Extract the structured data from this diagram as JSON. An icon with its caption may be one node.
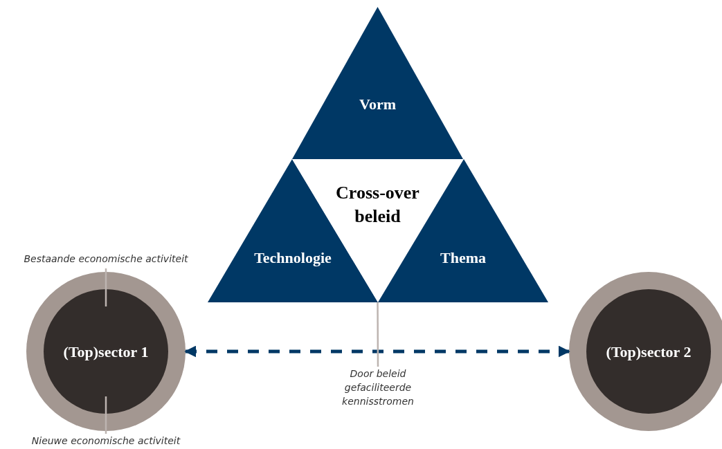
{
  "diagram": {
    "nodes": [
      {
        "text": [
          "Vorm"
        ]
      },
      {
        "text": [
          "Technologie"
        ]
      },
      {
        "text": [
          "Cross-over beleid"
        ]
      },
      {
        "text": [
          "Thema"
        ]
      },
      {
        "text": [
          "(Top)sector 1"
        ]
      },
      {
        "text": [
          "Bestaande economische activiteit"
        ]
      },
      {
        "text": [
          "Nieuwe economische activiteit"
        ]
      },
      {
        "text": [
          "(Top)sector 2"
        ]
      },
      {
        "text": [
          "Door beleid gefaciliteerde kennisstromen"
        ]
      }
    ],
    "edges": [
      {
        "from": 5,
        "to": 4,
        "arrow": "none"
      },
      {
        "from": 6,
        "to": 4,
        "arrow": "none"
      },
      {
        "from": 4,
        "to": 7,
        "arrow": "both",
        "style": "dashed",
        "color": "#003865"
      },
      {
        "from": 8,
        "to": 2,
        "arrow": "none"
      }
    ]
  }
}
